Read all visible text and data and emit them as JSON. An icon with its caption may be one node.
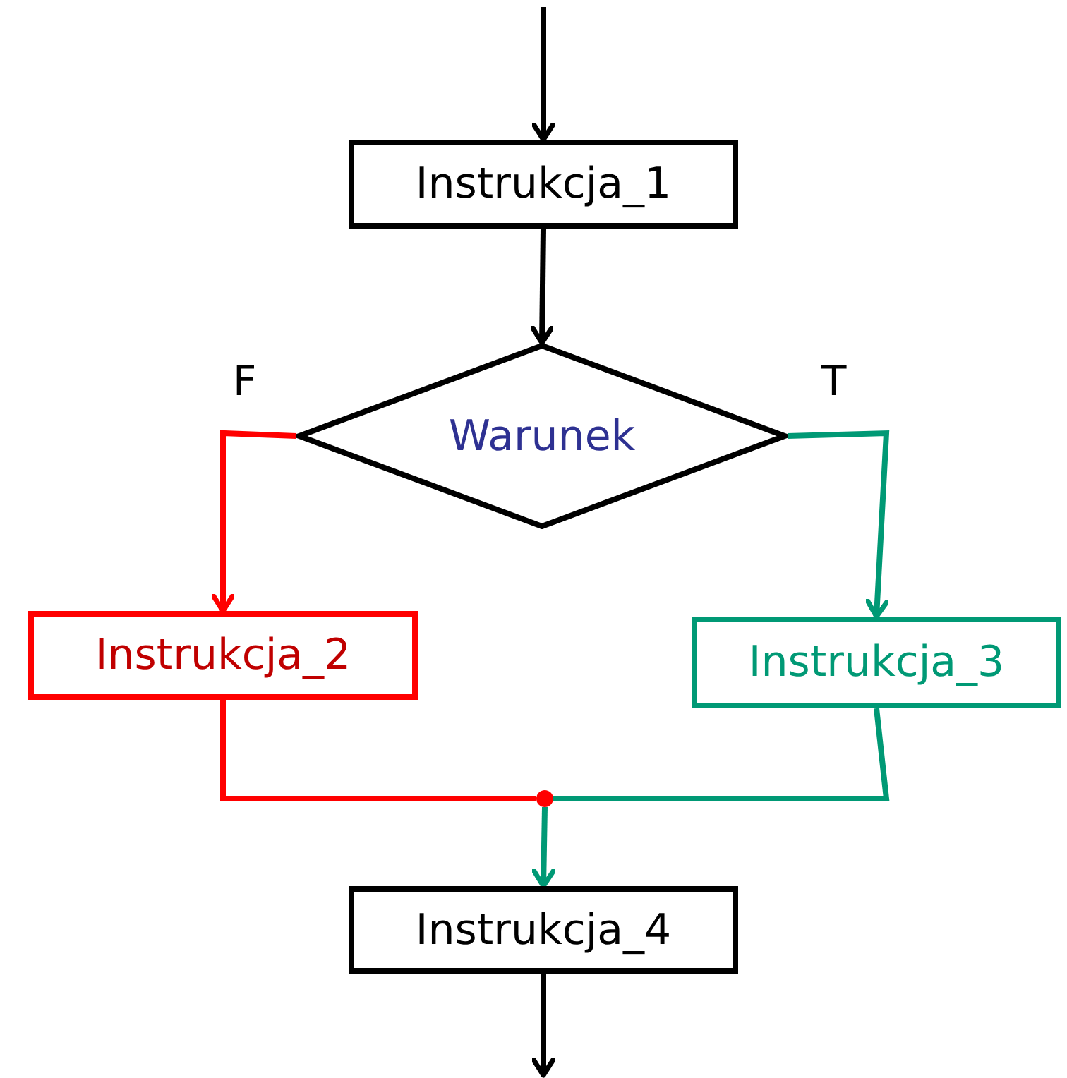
{
  "diagram": {
    "nodes": [
      {
        "text": [
          "Instrukcja_1"
        ]
      },
      {
        "text": [
          "Warunek"
        ]
      },
      {
        "text": [
          "Instrukcja_2"
        ]
      },
      {
        "text": [
          "Instrukcja_3"
        ]
      },
      {
        "text": [],
        "shape": "circle"
      },
      {
        "text": [
          "Instrukcja_4"
        ]
      }
    ],
    "edges": [
      {
        "from": null,
        "to": 0,
        "arrow": "to"
      },
      {
        "from": 0,
        "to": 1,
        "arrow": "to"
      },
      {
        "from": 1,
        "to": 2,
        "arrow": "to",
        "label": "F",
        "color": "#ff0000"
      },
      {
        "from": 1,
        "to": 3,
        "arrow": "to",
        "label": "T",
        "color": "#009975"
      },
      {
        "from": 2,
        "to": 4,
        "arrow": "none",
        "color": "#ff0000"
      },
      {
        "from": 3,
        "to": 4,
        "arrow": "none",
        "color": "#009975"
      },
      {
        "from": 4,
        "to": 5,
        "arrow": "to",
        "color": "#009975"
      },
      {
        "from": 5,
        "to": null,
        "arrow": "to"
      }
    ]
  }
}
